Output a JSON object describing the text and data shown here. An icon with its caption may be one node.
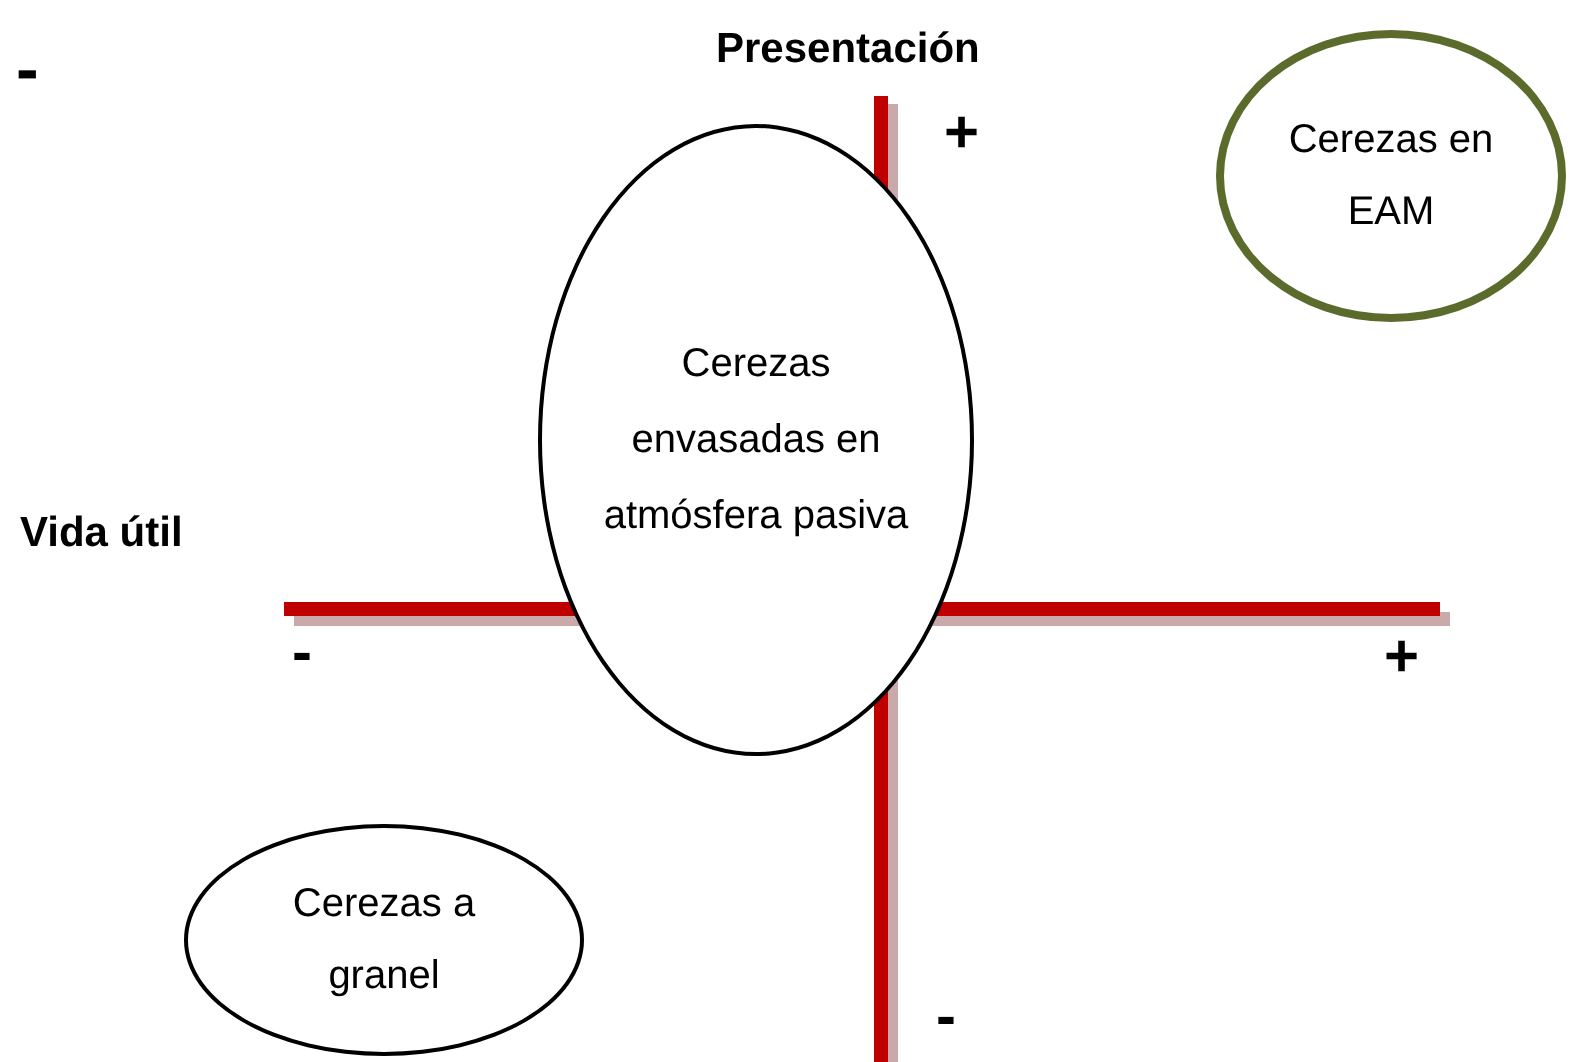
{
  "diagram": {
    "nodes": [
      {
        "text": [
          "Cerezas envasadas en atmósfera pasiva"
        ]
      },
      {
        "text": [
          "Cerezas en EAM"
        ]
      },
      {
        "text": [
          "Cerezas a granel"
        ]
      }
    ],
    "labels": [
      "-",
      "Presentación",
      "+",
      "Vida útil",
      "-",
      "+",
      "-"
    ]
  }
}
